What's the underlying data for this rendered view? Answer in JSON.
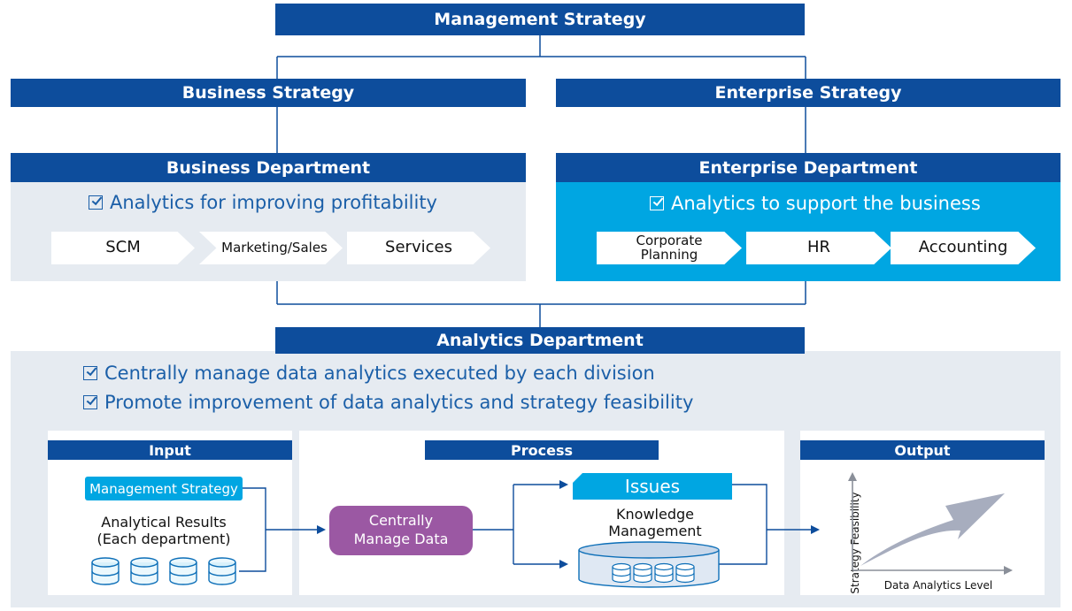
{
  "top": {
    "management_strategy": "Management Strategy",
    "business_strategy": "Business Strategy",
    "enterprise_strategy": "Enterprise Strategy"
  },
  "business_department": {
    "title": "Business Department",
    "check": "Analytics for improving profitability",
    "steps": [
      "SCM",
      "Marketing/Sales",
      "Services"
    ]
  },
  "enterprise_department": {
    "title": "Enterprise Department",
    "check": "Analytics to support the business",
    "steps": [
      "Corporate\nPlanning",
      "HR",
      "Accounting"
    ]
  },
  "analytics_department": {
    "title": "Analytics Department",
    "checks": [
      "Centrally manage data analytics executed by each division",
      "Promote improvement of data analytics and strategy feasibility"
    ]
  },
  "input": {
    "title": "Input",
    "tag": "Management Strategy",
    "results_line1": "Analytical Results",
    "results_line2": "(Each department)"
  },
  "process": {
    "title": "Process",
    "central": "Centrally Manage Data",
    "issues": "Issues",
    "knowledge_line1": "Knowledge",
    "knowledge_line2": "Management"
  },
  "output": {
    "title": "Output",
    "y_axis": "Strategy Feasibility",
    "x_axis": "Data Analytics Level"
  },
  "colors": {
    "navy": "#0d4d9c",
    "cyan": "#00a6e2",
    "panel_gray": "#e6ebf1",
    "purple": "#9b58a3",
    "arrow_gray": "#a7adbe",
    "text_blue": "#1b5fa8"
  }
}
